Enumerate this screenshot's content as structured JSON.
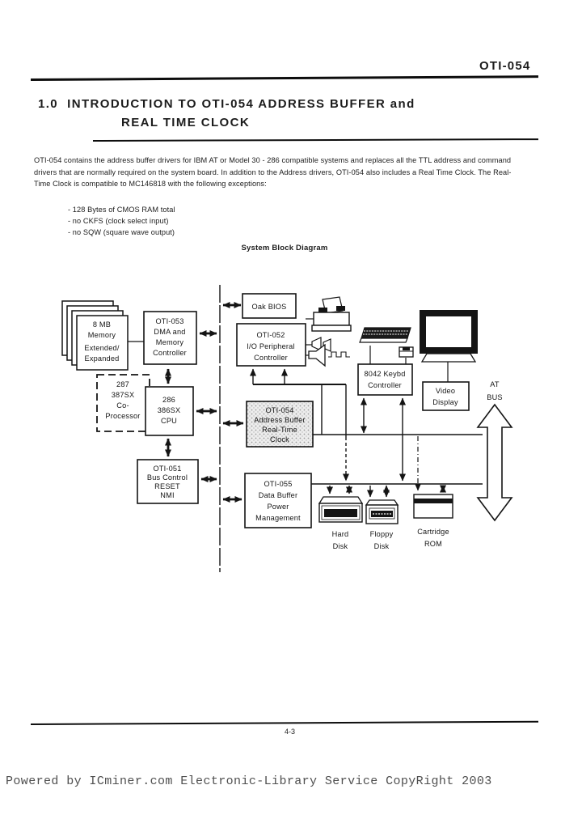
{
  "page": {
    "header": {
      "product": "OTI-054"
    },
    "title_line1": "1.0  INTRODUCTION TO OTI-054 ADDRESS BUFFER and",
    "title_line2": "REAL TIME CLOCK",
    "intro_lines": [
      "OTI-054 contains the address buffer drivers for IBM AT or Model 30 - 286 compatible systems and replaces all the TTL address and command",
      "drivers that are normally required on the system board. In addition to the Address drivers, OTI-054 also includes a Real Time Clock. The Real-",
      "Time Clock is compatible to MC146818 with the following exceptions:"
    ],
    "bullets": [
      "- 128 Bytes of CMOS RAM total",
      "- no CKFS (clock select input)",
      "- no SQW (square wave output)"
    ],
    "diagram_caption": "System Block Diagram",
    "page_number": "4-3",
    "watermark": "Powered by ICminer.com Electronic-Library Service CopyRight 2003"
  },
  "diagram": {
    "nodes": {
      "memory": {
        "lines": [
          "8 MB",
          "Memory",
          "Extended/",
          "Expanded"
        ]
      },
      "oti053": {
        "lines": [
          "OTI-053",
          "DMA and",
          "Memory",
          "Controller"
        ]
      },
      "oak_bios": {
        "lines": [
          "Oak BIOS"
        ]
      },
      "oti052": {
        "lines": [
          "OTI-052",
          "I/O Peripheral",
          "Controller"
        ]
      },
      "coprocessor": {
        "lines": [
          "287",
          "387SX",
          "Co-",
          "Processor"
        ]
      },
      "cpu": {
        "lines": [
          "286",
          "386SX",
          "CPU"
        ]
      },
      "oti054": {
        "lines": [
          "OTI-054",
          "Address Buffer",
          "Real-Time",
          "Clock"
        ]
      },
      "oti051": {
        "lines": [
          "OTI-051",
          "Bus Control",
          "RESET",
          "NMI"
        ]
      },
      "oti055": {
        "lines": [
          "OTI-055",
          "Data Buffer",
          "Power",
          "Management"
        ]
      },
      "kbd8042": {
        "lines": [
          "8042 Keybd",
          "Controller"
        ]
      },
      "video": {
        "lines": [
          "Video",
          "Display"
        ]
      }
    },
    "devices": {
      "hard_disk": {
        "lines": [
          "Hard",
          "Disk"
        ]
      },
      "floppy": {
        "lines": [
          "Floppy",
          "Disk"
        ]
      },
      "cartridge_rom": {
        "lines": [
          "Cartridge",
          "ROM"
        ]
      },
      "at_bus": {
        "lines": [
          "AT",
          "BUS"
        ]
      }
    },
    "icons": [
      "printer-icon",
      "serial-port-icon",
      "speaker-icon",
      "square-wave-icon",
      "keyboard-icon",
      "mouse-icon",
      "monitor-icon",
      "hard-disk-icon",
      "floppy-disk-icon",
      "cartridge-rom-icon",
      "at-bus-arrow-icon"
    ]
  },
  "colors": {
    "ink": "#141414",
    "paper": "#ffffff",
    "stipple_dot": "#9a9a9a",
    "watermark": "#4f4f4f"
  }
}
